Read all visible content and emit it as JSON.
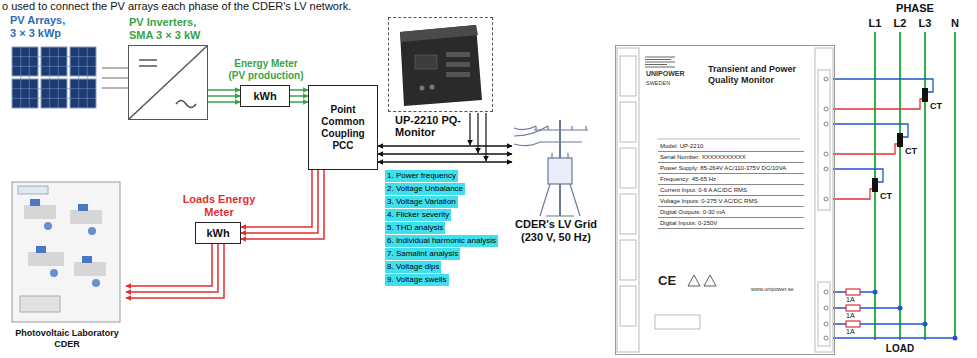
{
  "diagram": {
    "nodes": [
      {
        "text": [
          "PV Arrays, 3 × 3 kWp"
        ]
      },
      {
        "text": [
          "PV Inverters, SMA 3 × 3 kW"
        ]
      },
      {
        "text": [
          "Energy Meter (PV production)",
          "kWh"
        ]
      },
      {
        "text": [
          "Point Common Coupling PCC"
        ]
      },
      {
        "text": [
          "UP-2210 PQ-Monitor"
        ]
      },
      {
        "text": [
          "Loads Energy Meter",
          "kWh"
        ]
      },
      {
        "text": [
          "Photovoltaic Laboratory CDER"
        ]
      },
      {
        "text": [
          "CDER's LV Grid (230 V, 50 Hz)"
        ]
      },
      {
        "text": [
          "UNIPOWER",
          "SWEDEN",
          "Transient and Power Quality Monitor",
          "Model: UP-2210",
          "Serial Number: XXXXXXXXXXX",
          "Power Supply: 85-264V AC/110-375V DC/10VA",
          "Frequency: 45-65 Hz",
          "Current Input: 0-6 A AC/DC RMS",
          "Voltage Inputs: 0-275 V AC/DC RMS",
          "Digital Outputs: 0-30 mA",
          "Digital Inputs: 0-250V",
          "CE",
          "www.unipower.se"
        ]
      }
    ],
    "edges": [
      {
        "from": 0,
        "to": 1,
        "arrow": "none"
      },
      {
        "from": 1,
        "to": 2,
        "arrow": "to"
      },
      {
        "from": 2,
        "to": 3,
        "arrow": "to"
      },
      {
        "from": 3,
        "to": 7,
        "arrow": "both"
      },
      {
        "from": 3,
        "to": 5,
        "arrow": "to"
      },
      {
        "from": 5,
        "to": 6,
        "arrow": "to"
      }
    ],
    "labels": [
      "o used to connect the PV arrays each phase of the CDER's LV network.",
      "1. Power frequency",
      "2. Voltage Unbalance",
      "3. Voltage Variation",
      "4. Flicker severity",
      "5. THD analysis",
      "6. Individual harmonic analysis",
      "7. Samalint analysis",
      "8. Voltage dips",
      "9. Voltage swells",
      "PHASE",
      "L1",
      "L2",
      "L3",
      "N",
      "CT",
      "CT",
      "CT",
      "1A",
      "1A",
      "1A",
      "LOAD"
    ]
  }
}
